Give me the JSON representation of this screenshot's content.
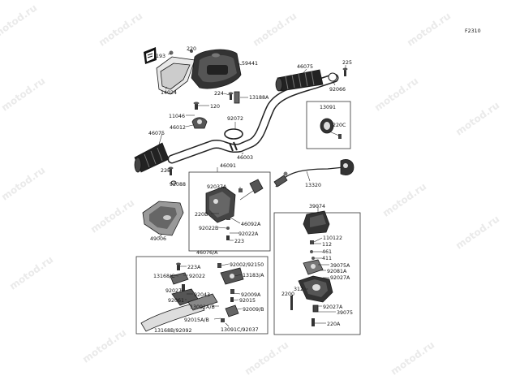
{
  "watermark": "motod.ru",
  "figure_code": "F2310",
  "labels": {
    "l193": "193",
    "l220": "220",
    "l59441": "59441",
    "l14024": "14024",
    "l46075a": "46075",
    "l225a": "225",
    "l92066": "92066",
    "l224": "224",
    "l131884": "13188A",
    "l120": "120",
    "l11046": "11046",
    "l46012": "46012",
    "l92072": "92072",
    "l13091": "13091",
    "l220c": "220C",
    "l46075b": "46075",
    "l46003": "46003",
    "l225b": "225",
    "l92088": "92088",
    "l46091": "46091",
    "l92037a": "92037A",
    "l13320": "13320",
    "l39074": "39074",
    "l220b": "220B",
    "l46092a": "46092A",
    "l92022b": "92022B",
    "l92022a": "92022A",
    "l223": "223",
    "l49006": "49006",
    "l110122": "110122",
    "l112": "112",
    "l461": "461",
    "l411": "411",
    "l39075a": "39075A",
    "l92081a": "92081A",
    "l92027aA": "92027A",
    "l2200": "2200",
    "l312": "312",
    "l92027aB": "92027A",
    "l39075": "39075",
    "l220a": "220A",
    "l46076a": "46076/A",
    "l223a": "223A",
    "l92002": "92002/92150",
    "l13168c": "13168/C",
    "l92022": "92022",
    "l13183a": "13183/A",
    "l92027": "92027",
    "l92043": "92043",
    "l92061": "92061",
    "l92009a": "92009A",
    "l13091ab": "13091A/B",
    "l92015": "92015",
    "l92009b": "92009/B",
    "l92015ab": "92015A/B",
    "l131688": "13168B/92092",
    "l13091c": "13091C/92037"
  }
}
